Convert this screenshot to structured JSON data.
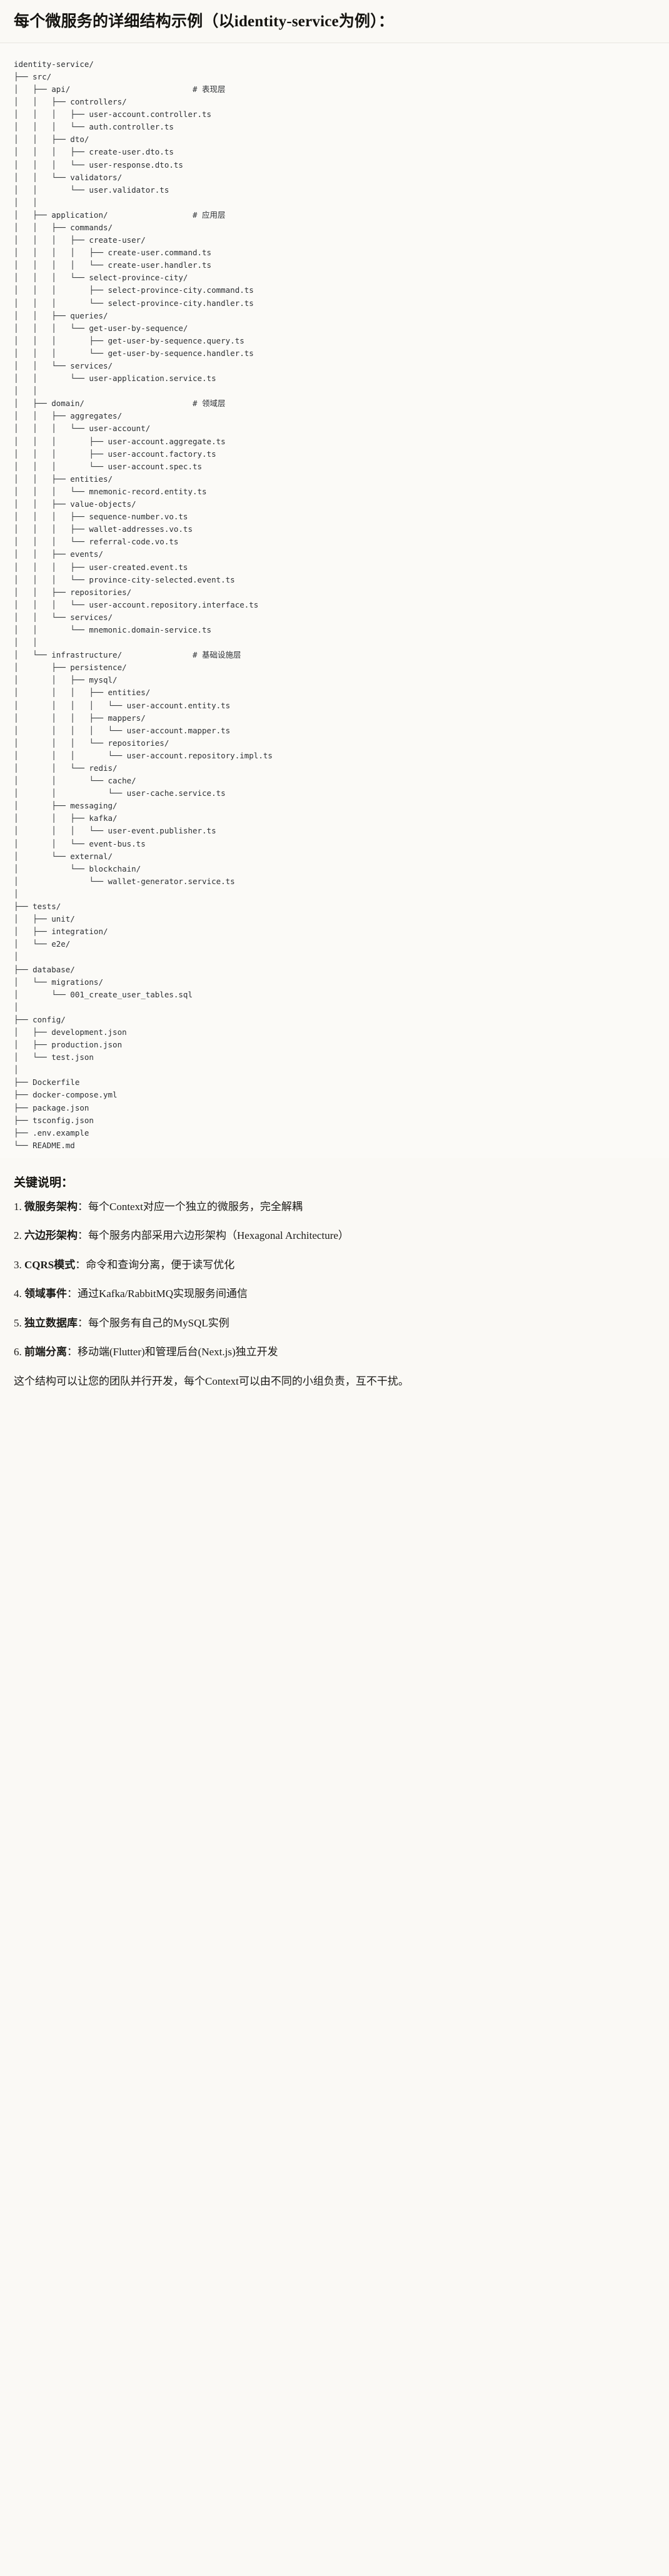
{
  "header": {
    "title": "每个微服务的详细结构示例（以identity-service为例）："
  },
  "tree": {
    "root": "identity-service/",
    "lines": [
      "identity-service/",
      "├── src/",
      "│   ├── api/                          # 表现层",
      "│   │   ├── controllers/",
      "│   │   │   ├── user-account.controller.ts",
      "│   │   │   └── auth.controller.ts",
      "│   │   ├── dto/",
      "│   │   │   ├── create-user.dto.ts",
      "│   │   │   └── user-response.dto.ts",
      "│   │   └── validators/",
      "│   │       └── user.validator.ts",
      "│   │",
      "│   ├── application/                  # 应用层",
      "│   │   ├── commands/",
      "│   │   │   ├── create-user/",
      "│   │   │   │   ├── create-user.command.ts",
      "│   │   │   │   └── create-user.handler.ts",
      "│   │   │   └── select-province-city/",
      "│   │   │       ├── select-province-city.command.ts",
      "│   │   │       └── select-province-city.handler.ts",
      "│   │   ├── queries/",
      "│   │   │   └── get-user-by-sequence/",
      "│   │   │       ├── get-user-by-sequence.query.ts",
      "│   │   │       └── get-user-by-sequence.handler.ts",
      "│   │   └── services/",
      "│   │       └── user-application.service.ts",
      "│   │",
      "│   ├── domain/                       # 领域层",
      "│   │   ├── aggregates/",
      "│   │   │   └── user-account/",
      "│   │   │       ├── user-account.aggregate.ts",
      "│   │   │       ├── user-account.factory.ts",
      "│   │   │       └── user-account.spec.ts",
      "│   │   ├── entities/",
      "│   │   │   └── mnemonic-record.entity.ts",
      "│   │   ├── value-objects/",
      "│   │   │   ├── sequence-number.vo.ts",
      "│   │   │   ├── wallet-addresses.vo.ts",
      "│   │   │   └── referral-code.vo.ts",
      "│   │   ├── events/",
      "│   │   │   ├── user-created.event.ts",
      "│   │   │   └── province-city-selected.event.ts",
      "│   │   ├── repositories/",
      "│   │   │   └── user-account.repository.interface.ts",
      "│   │   └── services/",
      "│   │       └── mnemonic.domain-service.ts",
      "│   │",
      "│   └── infrastructure/               # 基础设施层",
      "│       ├── persistence/",
      "│       │   ├── mysql/",
      "│       │   │   ├── entities/",
      "│       │   │   │   └── user-account.entity.ts",
      "│       │   │   ├── mappers/",
      "│       │   │   │   └── user-account.mapper.ts",
      "│       │   │   └── repositories/",
      "│       │   │       └── user-account.repository.impl.ts",
      "│       │   └── redis/",
      "│       │       └── cache/",
      "│       │           └── user-cache.service.ts",
      "│       ├── messaging/",
      "│       │   ├── kafka/",
      "│       │   │   └── user-event.publisher.ts",
      "│       │   └── event-bus.ts",
      "│       └── external/",
      "│           └── blockchain/",
      "│               └── wallet-generator.service.ts",
      "│",
      "├── tests/",
      "│   ├── unit/",
      "│   ├── integration/",
      "│   └── e2e/",
      "│",
      "├── database/",
      "│   └── migrations/",
      "│       └── 001_create_user_tables.sql",
      "│",
      "├── config/",
      "│   ├── development.json",
      "│   ├── production.json",
      "│   └── test.json",
      "│",
      "├── Dockerfile",
      "├── docker-compose.yml",
      "├── package.json",
      "├── tsconfig.json",
      "├── .env.example",
      "└── README.md"
    ],
    "layer_comments": [
      "# 表现层",
      "# 应用层",
      "# 领域层",
      "# 基础设施层"
    ]
  },
  "notes": {
    "heading": "关键说明：",
    "items": [
      {
        "term": "微服务架构",
        "sep": "：",
        "desc": "每个Context对应一个独立的微服务，完全解耦"
      },
      {
        "term": "六边形架构",
        "sep": "：",
        "desc": "每个服务内部采用六边形架构（Hexagonal Architecture）"
      },
      {
        "term": "CQRS模式",
        "sep": "：",
        "desc": "命令和查询分离，便于读写优化"
      },
      {
        "term": "领域事件",
        "sep": "：",
        "desc": "通过Kafka/RabbitMQ实现服务间通信"
      },
      {
        "term": "独立数据库",
        "sep": "：",
        "desc": "每个服务有自己的MySQL实例"
      },
      {
        "term": "前端分离",
        "sep": "：",
        "desc": "移动端(Flutter)和管理后台(Next.js)独立开发"
      }
    ],
    "closing": "这个结构可以让您的团队并行开发，每个Context可以由不同的小组负责，互不干扰。"
  }
}
